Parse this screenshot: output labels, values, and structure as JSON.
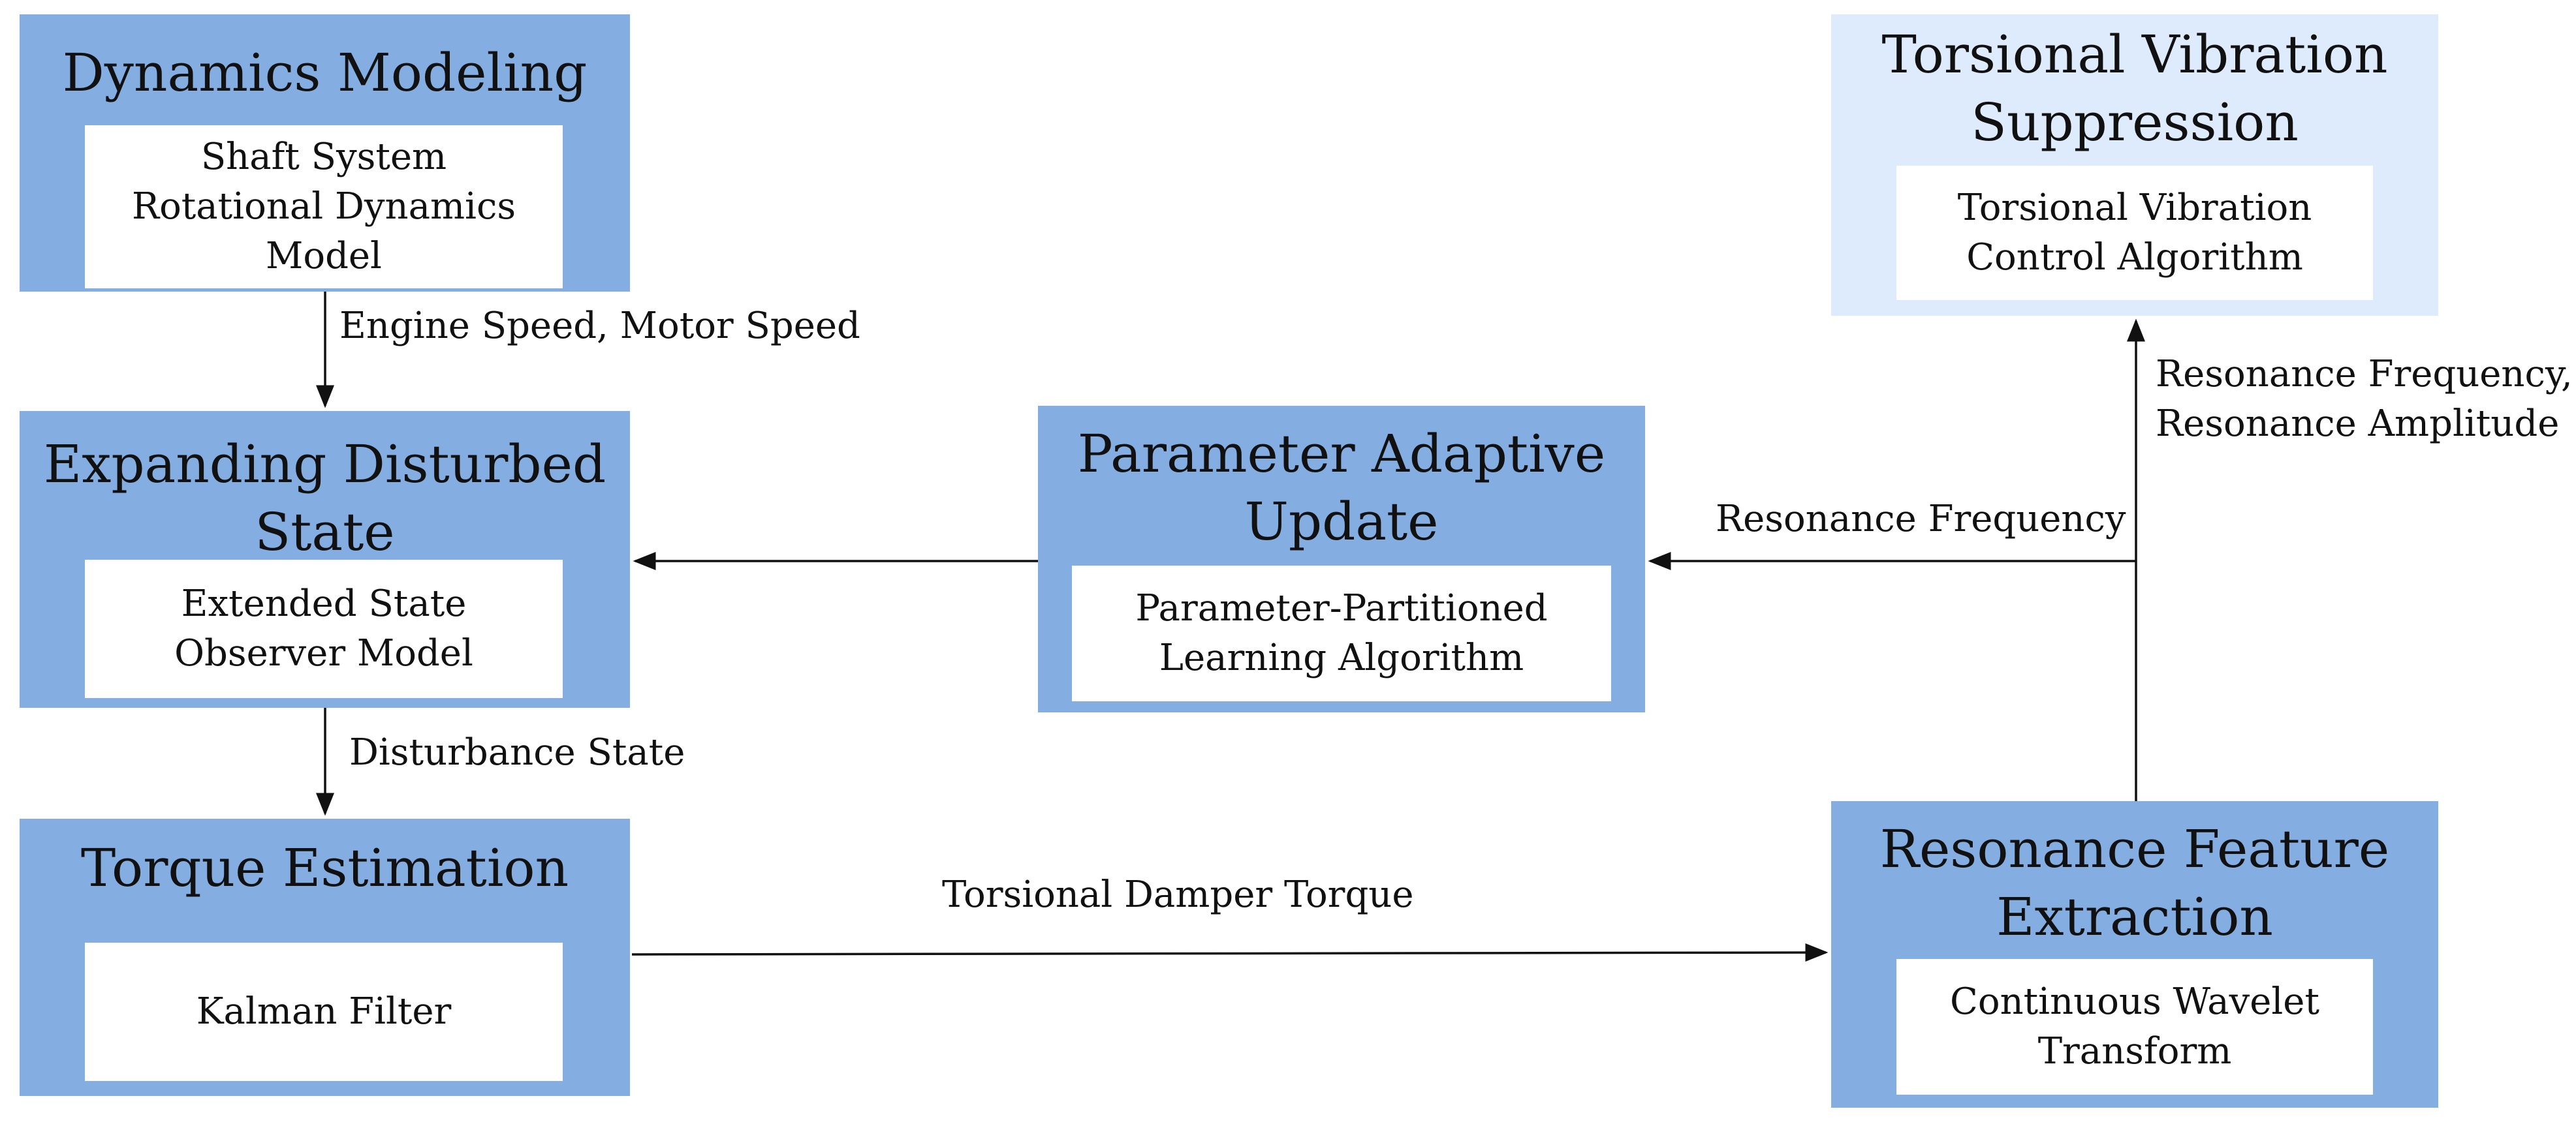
{
  "colors": {
    "block_fill": "#84aee2",
    "highlight_fill": "#deebfc",
    "inner_fill": "#ffffff",
    "arrow": "#111111"
  },
  "blocks": {
    "dynamics_modeling": {
      "title": "Dynamics Modeling",
      "content": "Shaft System\nRotational Dynamics\nModel"
    },
    "expanding_disturbed_state": {
      "title": "Expanding Disturbed\nState",
      "content": "Extended State\nObserver Model"
    },
    "torque_estimation": {
      "title": "Torque Estimation",
      "content": "Kalman Filter"
    },
    "parameter_adaptive_update": {
      "title": "Parameter Adaptive\nUpdate",
      "content": "Parameter-Partitioned\nLearning Algorithm"
    },
    "torsional_vibration_suppression": {
      "title": "Torsional Vibration\nSuppression",
      "content": "Torsional Vibration\nControl Algorithm"
    },
    "resonance_feature_extraction": {
      "title": "Resonance Feature\nExtraction",
      "content": "Continuous Wavelet\nTransform"
    }
  },
  "edges": {
    "engine_motor_speed": "Engine Speed, Motor Speed",
    "disturbance_state": "Disturbance State",
    "torsional_damper_torque": "Torsional Damper Torque",
    "resonance_frequency": "Resonance Frequency",
    "resonance_frequency_amplitude": "Resonance Frequency,\nResonance Amplitude"
  }
}
